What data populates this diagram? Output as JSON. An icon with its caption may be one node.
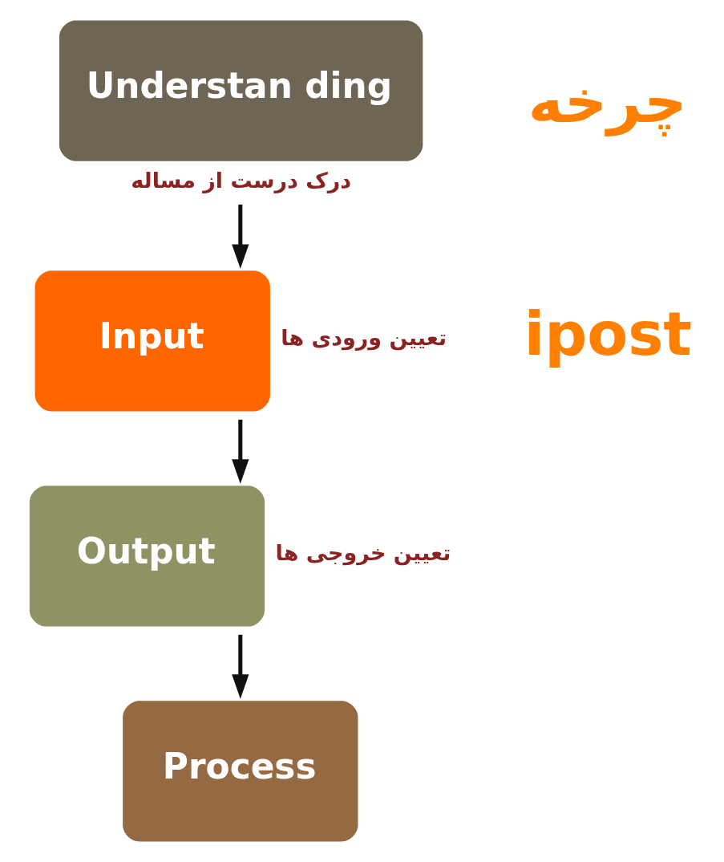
{
  "diagram": {
    "nodes": [
      {
        "text": [
          "Understan ding"
        ],
        "beside": [
          "درک درست از مساله"
        ]
      },
      {
        "text": [
          "Input"
        ],
        "beside": [
          "تعیین ورودی ها"
        ]
      },
      {
        "text": [
          "Output"
        ],
        "beside": [
          "تعیین خروجی ها"
        ]
      },
      {
        "text": [
          "Process"
        ]
      }
    ],
    "edges": [
      {
        "from": 0,
        "to": 1,
        "arrow": "to"
      },
      {
        "from": 1,
        "to": 2,
        "arrow": "to"
      },
      {
        "from": 2,
        "to": 3,
        "arrow": "to"
      }
    ],
    "labels": [
      "چرخه",
      "ipost"
    ]
  }
}
